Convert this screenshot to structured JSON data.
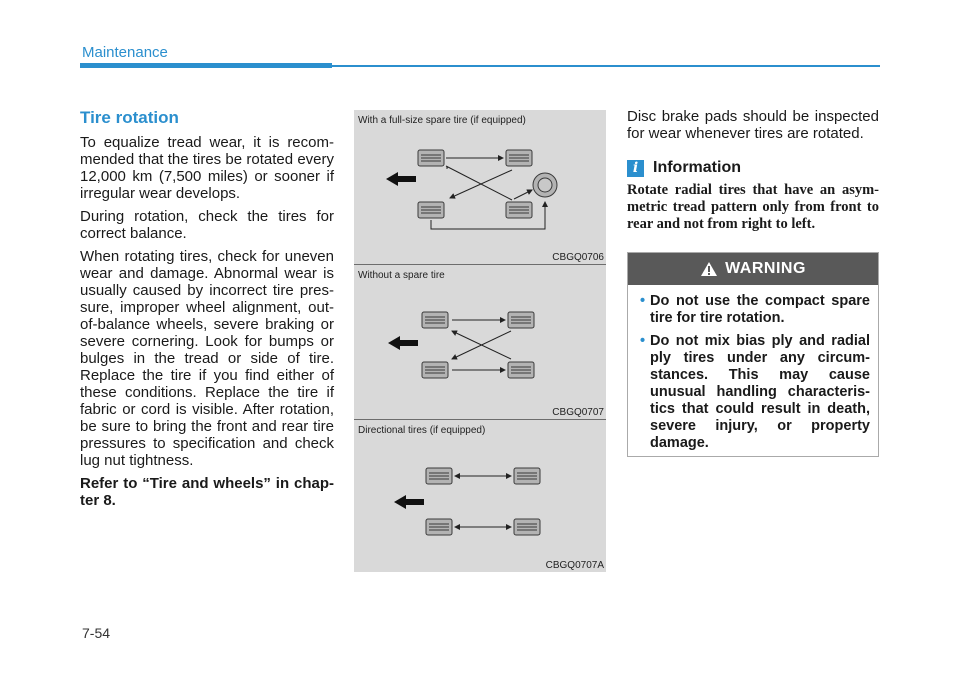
{
  "header": {
    "section": "Maintenance"
  },
  "left": {
    "heading": "Tire rotation",
    "paragraphs": [
      "To equalize tread wear, it is recom-mended that the tires be rotated every 12,000 km (7,500 miles) or sooner if irregular wear develops.",
      "During rotation, check the tires for correct balance.",
      "When rotating tires, check for uneven wear and damage. Abnormal wear is usually caused by incorrect tire pres-sure, improper wheel alignment, out-of-balance wheels, severe braking or severe cornering. Look for bumps or bulges in the tread or side of tire. Replace the tire if you find either of these conditions. Replace the tire if fabric or cord is visible. After rotation, be sure to bring the front and rear tire pressures to specification and check lug nut tightness."
    ],
    "reference": "Refer to “Tire and wheels” in chap-ter 8."
  },
  "figures": [
    {
      "caption": "With a full-size spare tire (if equipped)",
      "code": "CBGQ0706"
    },
    {
      "caption": "Without a spare tire",
      "code": "CBGQ0707"
    },
    {
      "caption": "Directional tires (if equipped)",
      "code": "CBGQ0707A"
    }
  ],
  "right": {
    "intro": "Disc brake pads should be inspected for wear whenever tires are rotated.",
    "info_icon": "i",
    "info_title": "Information",
    "info_text": "Rotate radial tires that have an asym-metric tread pattern only from front to rear and not from right to left."
  },
  "warning": {
    "title": "WARNING",
    "items": [
      "Do not use the compact spare tire for tire rotation.",
      "Do not mix bias ply and radial ply tires under any circum-stances. This may cause unusual handling characteris-tics that could result in death, severe injury, or property damage."
    ],
    "bullet": "•"
  },
  "page_number": "7-54",
  "colors": {
    "accent": "#2b8fce",
    "warning_header": "#595959",
    "figure_bg": "#d9d9d9"
  }
}
